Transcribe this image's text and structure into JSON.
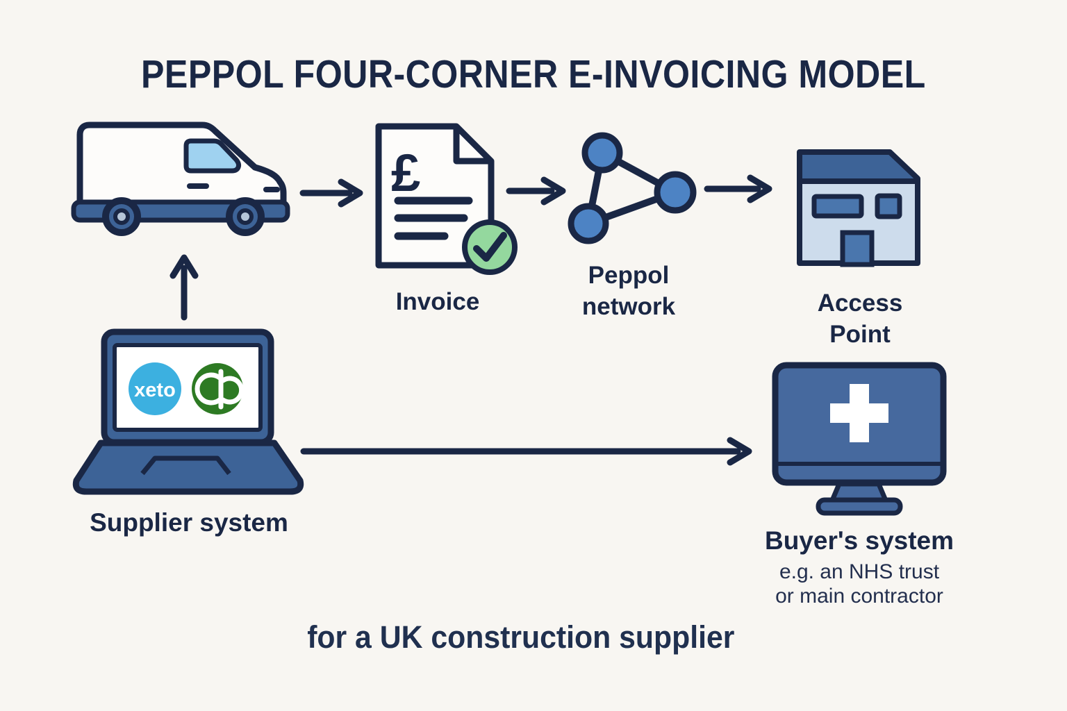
{
  "title": "PEPPOL FOUR-CORNER E-INVOICING MODEL",
  "footer_caption": "for a UK construction supplier",
  "flow": {
    "van": {
      "icon": "delivery-van-icon"
    },
    "invoice": {
      "label": "Invoice",
      "currency_symbol": "£",
      "icon": "invoice-document-check-icon"
    },
    "network": {
      "label": "Peppol network",
      "icon": "connected-nodes-icon"
    },
    "access_point": {
      "label": "Access Point",
      "icon": "building-icon"
    },
    "supplier": {
      "label": "Supplier system",
      "icon": "laptop-icon",
      "xero_logo_text": "xeto",
      "quickbooks_logo": "qb-glyph"
    },
    "buyer": {
      "label": "Buyer's system",
      "sublabel_lines": [
        "e.g. an NHS trust",
        "or main contractor"
      ],
      "icon": "monitor-health-cross-icon"
    }
  },
  "arrows": [
    "van-to-invoice",
    "invoice-to-network",
    "network-to-access-point",
    "supplier-to-van",
    "supplier-to-buyer"
  ],
  "colors": {
    "background": "#f8f6f2",
    "outline_navy": "#1a2745",
    "mid_blue": "#3d6397",
    "monitor_screen_blue": "#46699e",
    "network_node_blue": "#4d83c4",
    "van_window_blue": "#9fd2f0",
    "building_body_light_blue": "#cddcec",
    "check_green": "#94d89e",
    "xero_blue": "#3cb0e0",
    "quickbooks_green": "#2d7a23"
  }
}
